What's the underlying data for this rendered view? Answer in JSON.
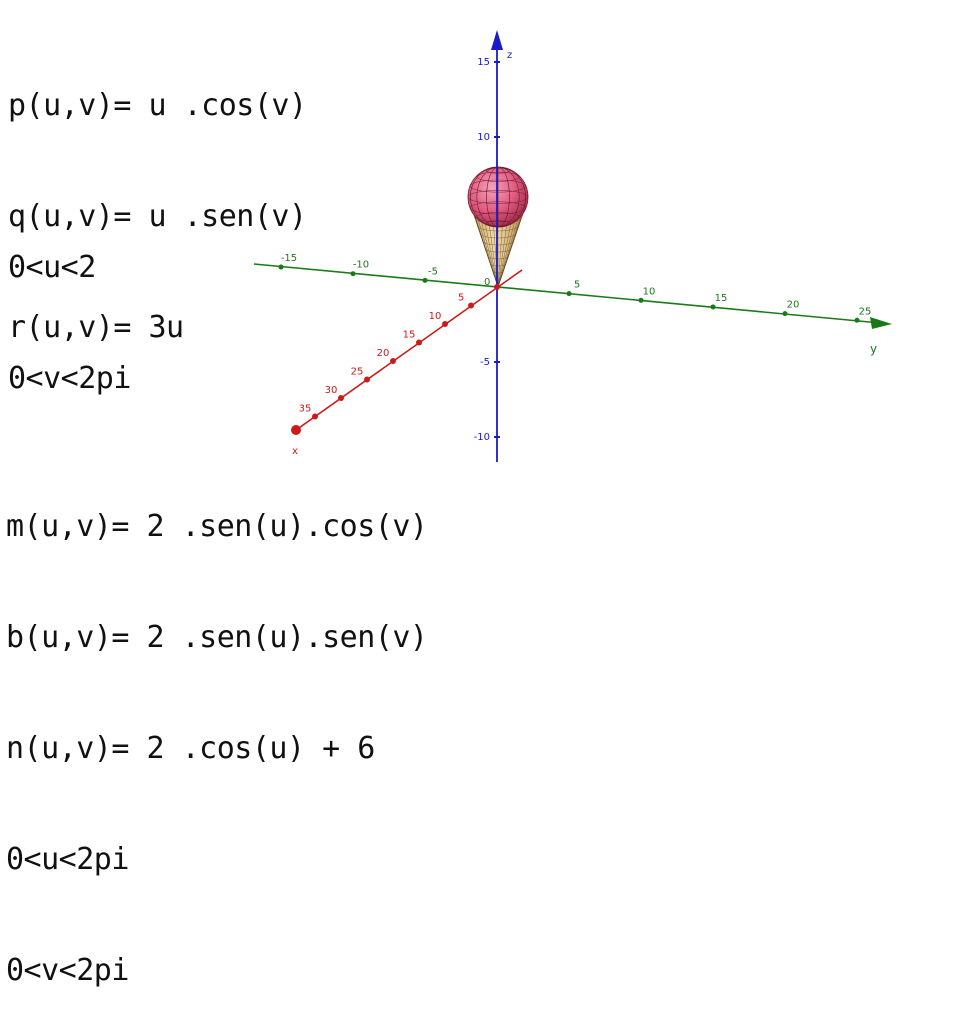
{
  "equations_top": {
    "lines": [
      "p(u,v)= u .cos(v)",
      "q(u,v)= u .sen(v)",
      "r(u,v)= 3u"
    ],
    "domain": [
      "0<u<2",
      "0<v<2pi"
    ]
  },
  "equations_bottom": {
    "lines": [
      "m(u,v)= 2 .sen(u).cos(v)",
      "b(u,v)= 2 .sen(u).sen(v)",
      "n(u,v)= 2 .cos(u) + 6",
      "0<u<2pi",
      "0<v<2pi"
    ]
  },
  "axes": {
    "z": {
      "name": "z",
      "ticks": [
        15,
        10,
        -5,
        -10
      ],
      "color": "#1a1ac8"
    },
    "y": {
      "name": "y",
      "ticks": [
        -15,
        -10,
        -5,
        5,
        10,
        15,
        20,
        25
      ],
      "color": "#1a7a1a"
    },
    "x": {
      "name": "x",
      "ticks": [
        5,
        10,
        15,
        20,
        25,
        30,
        35
      ],
      "color": "#cc1a1a"
    },
    "origin_label": "0"
  },
  "surfaces": {
    "cone_color": "#e8c98a",
    "sphere_color": "#e05a7e"
  }
}
